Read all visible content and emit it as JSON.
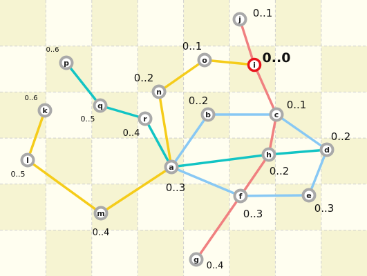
{
  "colors": {
    "bg_light": "#fffef0",
    "bg_dark": "#f6f4d2",
    "grid_line": "#cfcfcf",
    "edge_yellow": "#f5cc1a",
    "edge_teal": "#12c4c4",
    "edge_blue": "#88c8f4",
    "edge_red": "#f08080",
    "node_ring": "#a9a9a9",
    "node_fill": "#ffffff",
    "selected_ring": "#e8141c"
  },
  "selected_node": "i",
  "nodes": [
    {
      "id": "j",
      "label": "j",
      "value": "0..1"
    },
    {
      "id": "i",
      "label": "i",
      "value": "0..0"
    },
    {
      "id": "o",
      "label": "o",
      "value": "0..1"
    },
    {
      "id": "p",
      "label": "p",
      "value": "0..6"
    },
    {
      "id": "q",
      "label": "q",
      "value": "0..5"
    },
    {
      "id": "n",
      "label": "n",
      "value": "0..2"
    },
    {
      "id": "k",
      "label": "k",
      "value": "0..6"
    },
    {
      "id": "b",
      "label": "b",
      "value": "0..2"
    },
    {
      "id": "c",
      "label": "c",
      "value": "0..1"
    },
    {
      "id": "r",
      "label": "r",
      "value": "0..4"
    },
    {
      "id": "d",
      "label": "d",
      "value": "0..2"
    },
    {
      "id": "h",
      "label": "h",
      "value": "0..2"
    },
    {
      "id": "l",
      "label": "l",
      "value": "0..5"
    },
    {
      "id": "a",
      "label": "a",
      "value": "0..3"
    },
    {
      "id": "f",
      "label": "f",
      "value": "0..3"
    },
    {
      "id": "e",
      "label": "e",
      "value": "0..3"
    },
    {
      "id": "m",
      "label": "m",
      "value": "0..4"
    },
    {
      "id": "g",
      "label": "g",
      "value": "0..4"
    }
  ],
  "edges": [
    {
      "from": "p",
      "to": "q",
      "color": "teal"
    },
    {
      "from": "q",
      "to": "r",
      "color": "teal"
    },
    {
      "from": "r",
      "to": "a",
      "color": "teal"
    },
    {
      "from": "a",
      "to": "h",
      "color": "teal"
    },
    {
      "from": "h",
      "to": "d",
      "color": "teal"
    },
    {
      "from": "k",
      "to": "l",
      "color": "yellow"
    },
    {
      "from": "l",
      "to": "m",
      "color": "yellow"
    },
    {
      "from": "m",
      "to": "a",
      "color": "yellow"
    },
    {
      "from": "a",
      "to": "n",
      "color": "yellow"
    },
    {
      "from": "n",
      "to": "o",
      "color": "yellow"
    },
    {
      "from": "o",
      "to": "i",
      "color": "yellow"
    },
    {
      "from": "a",
      "to": "b",
      "color": "blue"
    },
    {
      "from": "b",
      "to": "c",
      "color": "blue"
    },
    {
      "from": "c",
      "to": "d",
      "color": "blue"
    },
    {
      "from": "d",
      "to": "e",
      "color": "blue"
    },
    {
      "from": "e",
      "to": "f",
      "color": "blue"
    },
    {
      "from": "f",
      "to": "a",
      "color": "blue"
    },
    {
      "from": "j",
      "to": "i",
      "color": "red"
    },
    {
      "from": "i",
      "to": "c",
      "color": "red"
    },
    {
      "from": "c",
      "to": "h",
      "color": "red"
    },
    {
      "from": "h",
      "to": "f",
      "color": "red"
    },
    {
      "from": "f",
      "to": "g",
      "color": "red"
    }
  ]
}
